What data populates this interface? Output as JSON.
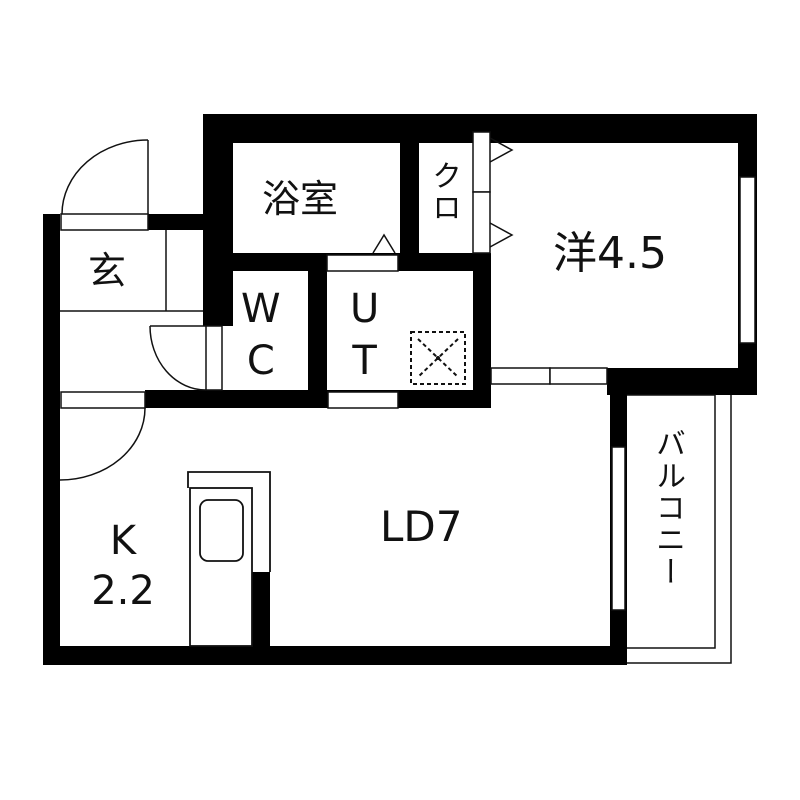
{
  "floorplan": {
    "colors": {
      "wall": "#000000",
      "background": "#ffffff",
      "line": "#111111"
    },
    "rooms": [
      {
        "id": "genkan",
        "label": "玄"
      },
      {
        "id": "bath",
        "label": "浴室"
      },
      {
        "id": "closet",
        "label": "クロ"
      },
      {
        "id": "bedroom",
        "label": "洋4.5"
      },
      {
        "id": "wc",
        "label_line1": "W",
        "label_line2": "C"
      },
      {
        "id": "utility",
        "label_line1": "U",
        "label_line2": "T"
      },
      {
        "id": "kitchen",
        "label_line1": "K",
        "label_line2": "2.2"
      },
      {
        "id": "living",
        "label": "LD7"
      },
      {
        "id": "balcony",
        "label": "バルコニー"
      }
    ]
  }
}
